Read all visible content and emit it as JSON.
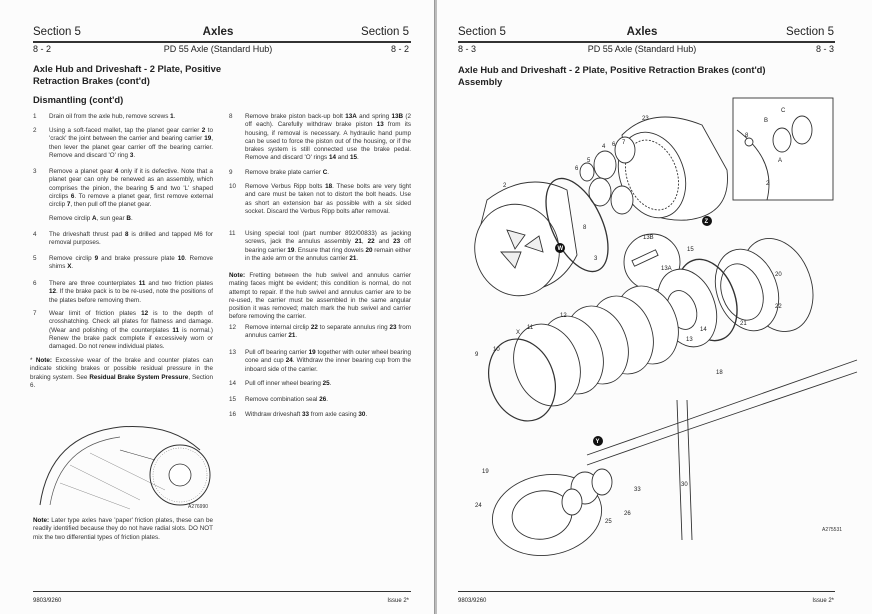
{
  "left_page": {
    "header": {
      "section_left": "Section 5",
      "title": "Axles",
      "section_right": "Section 5",
      "page_left": "8 - 2",
      "subtitle": "PD 55 Axle (Standard Hub)",
      "page_right": "8 - 2"
    },
    "heading": "Axle Hub and Driveshaft - 2 Plate, Positive Retraction Brakes (cont'd)",
    "subheading": "Dismantling (cont'd)",
    "col1": [
      {
        "num": "1",
        "segs": [
          [
            "Drain oil from the axle hub, remove screws ",
            0
          ],
          [
            "1",
            1
          ],
          [
            ".",
            0
          ]
        ]
      },
      {
        "num": "2",
        "segs": [
          [
            "Using a soft-faced mallet, tap the planet gear carrier ",
            0
          ],
          [
            "2",
            1
          ],
          [
            " to 'crack' the joint between the carrier and bearing carrier ",
            0
          ],
          [
            "19",
            1
          ],
          [
            ", then lever the planet gear carrier off the bearing carrier. Remove and discard 'O' ring ",
            0
          ],
          [
            "3",
            1
          ],
          [
            ".",
            0
          ]
        ]
      },
      {
        "num": "3",
        "segs": [
          [
            "Remove a planet gear ",
            0
          ],
          [
            "4",
            1
          ],
          [
            " only if it is defective. Note that a planet gear can only be renewed as an assembly, which comprises the pinion, the bearing ",
            0
          ],
          [
            "5",
            1
          ],
          [
            " and two 'L' shaped circlips ",
            0
          ],
          [
            "6",
            1
          ],
          [
            ". To remove a planet gear, first remove external circlip ",
            0
          ],
          [
            "7",
            1
          ],
          [
            ", then pull off the planet gear.",
            0
          ]
        ]
      },
      {
        "num": "",
        "segs": [
          [
            "Remove circlip ",
            0
          ],
          [
            "A",
            1
          ],
          [
            ", sun gear ",
            0
          ],
          [
            "B",
            1
          ],
          [
            ".",
            0
          ]
        ]
      },
      {
        "num": "4",
        "segs": [
          [
            "The driveshaft thrust pad ",
            0
          ],
          [
            "8",
            1
          ],
          [
            " is drilled and tapped M6 for removal purposes.",
            0
          ]
        ]
      },
      {
        "num": "5",
        "segs": [
          [
            "Remove circlip ",
            0
          ],
          [
            "9",
            1
          ],
          [
            " and brake pressure plate ",
            0
          ],
          [
            "10",
            1
          ],
          [
            ". Remove shims ",
            0
          ],
          [
            "X",
            1
          ],
          [
            ".",
            0
          ]
        ]
      },
      {
        "num": "6",
        "segs": [
          [
            "There are three counterplates ",
            0
          ],
          [
            "11",
            1
          ],
          [
            " and two friction plates ",
            0
          ],
          [
            "12",
            1
          ],
          [
            ". If the brake pack is to be re-used, note the positions of the plates before removing them.",
            0
          ]
        ]
      },
      {
        "num": "7",
        "segs": [
          [
            "Wear limit of friction plates ",
            0
          ],
          [
            "12",
            1
          ],
          [
            " is to the depth of crosshatching. Check all plates for flatness and damage. (Wear and polishing of the counterplates ",
            0
          ],
          [
            "11",
            1
          ],
          [
            " is normal.) Renew the brake pack complete if excessively worn or damaged. Do not renew individual plates.",
            0
          ]
        ]
      }
    ],
    "note1": [
      [
        "* ",
        0
      ],
      [
        "Note:",
        1
      ],
      [
        " Excessive wear of the brake and counter plates can indicate sticking brakes or possible residual pressure in the braking system. See ",
        0
      ],
      [
        "Residual Brake System Pressure",
        1
      ],
      [
        ", Section 6.",
        0
      ]
    ],
    "col2": [
      {
        "num": "8",
        "segs": [
          [
            "Remove brake piston back-up bolt ",
            0
          ],
          [
            "13A",
            1
          ],
          [
            " and spring ",
            0
          ],
          [
            "13B",
            1
          ],
          [
            " (2 off each). Carefully withdraw brake piston ",
            0
          ],
          [
            "13",
            1
          ],
          [
            " from its housing, if removal is necessary. A hydraulic hand pump can be used to force the piston out of the housing, or if the brakes system is still connected use the brake pedal. Remove and discard 'O' rings ",
            0
          ],
          [
            "14",
            1
          ],
          [
            " and ",
            0
          ],
          [
            "15",
            1
          ],
          [
            ".",
            0
          ]
        ]
      },
      {
        "num": "9",
        "segs": [
          [
            "Remove brake plate carrier ",
            0
          ],
          [
            "C",
            1
          ],
          [
            ".",
            0
          ]
        ]
      },
      {
        "num": "10",
        "segs": [
          [
            "Remove Verbus Ripp bolts ",
            0
          ],
          [
            "18",
            1
          ],
          [
            ". These bolts are very tight and care must be taken not to distort the bolt heads. Use as short an extension bar as possible with a six sided socket. Discard the Verbus Ripp bolts after removal.",
            0
          ]
        ]
      },
      {
        "num": "11",
        "segs": [
          [
            "Using special tool (part number 892/00833) as jacking screws, jack the annulus assembly ",
            0
          ],
          [
            "21",
            1
          ],
          [
            ", ",
            0
          ],
          [
            "22",
            1
          ],
          [
            " and ",
            0
          ],
          [
            "23",
            1
          ],
          [
            " off bearing carrier ",
            0
          ],
          [
            "19",
            1
          ],
          [
            ". Ensure that ring dowels ",
            0
          ],
          [
            "20",
            1
          ],
          [
            " remain either in the axle arm or the annulus carrier ",
            0
          ],
          [
            "21",
            1
          ],
          [
            ".",
            0
          ]
        ]
      },
      {
        "num": "12",
        "segs": [
          [
            "Remove internal circlip ",
            0
          ],
          [
            "22",
            1
          ],
          [
            " to separate annulus ring ",
            0
          ],
          [
            "23",
            1
          ],
          [
            " from annulus carrier ",
            0
          ],
          [
            "21",
            1
          ],
          [
            ".",
            0
          ]
        ]
      },
      {
        "num": "13",
        "segs": [
          [
            "Pull off bearing carrier ",
            0
          ],
          [
            "19",
            1
          ],
          [
            " together with outer wheel bearing cone and cup ",
            0
          ],
          [
            "24",
            1
          ],
          [
            ". Withdraw the inner bearing cup from the inboard side of the carrier.",
            0
          ]
        ]
      },
      {
        "num": "14",
        "segs": [
          [
            "Pull off inner wheel bearing ",
            0
          ],
          [
            "25",
            1
          ],
          [
            ".",
            0
          ]
        ]
      },
      {
        "num": "15",
        "segs": [
          [
            "Remove combination seal ",
            0
          ],
          [
            "26",
            1
          ],
          [
            ".",
            0
          ]
        ]
      },
      {
        "num": "16",
        "segs": [
          [
            "Withdraw driveshaft ",
            0
          ],
          [
            "33",
            1
          ],
          [
            " from axle casing ",
            0
          ],
          [
            "30",
            1
          ],
          [
            ".",
            0
          ]
        ]
      }
    ],
    "note2": [
      [
        "Note:",
        1
      ],
      [
        " Fretting between the hub swivel and annulus carrier mating faces might be evident; this condition is normal, do not attempt to repair. If the hub swivel and annulus carrier are to be re-used, the carrier must be assembled in the same angular position it was removed; match mark the hub swivel and carrier before removing the carrier.",
        0
      ]
    ],
    "figure_id": "A276990",
    "note3": [
      [
        "Note:",
        1
      ],
      [
        " Later type axles have 'paper' friction plates, these can be readily identified because they do not have radial slots. DO NOT mix the two differential types of friction plates.",
        0
      ]
    ],
    "footer": {
      "doc": "9803/9260",
      "issue": "Issue 2*"
    }
  },
  "right_page": {
    "header": {
      "section_left": "Section 5",
      "title": "Axles",
      "section_right": "Section 5",
      "page_left": "8 - 3",
      "subtitle": "PD 55 Axle (Standard Hub)",
      "page_right": "8 - 3"
    },
    "heading": "Axle Hub and Driveshaft - 2 Plate, Positive Retraction Brakes (cont'd)",
    "subheading": "Assembly",
    "callouts": [
      "23",
      "4",
      "6",
      "7",
      "5",
      "6",
      "2",
      "8",
      "W",
      "3",
      "C",
      "B",
      "8",
      "A",
      "2",
      "Z",
      "13B",
      "15",
      "13A",
      "20",
      "22",
      "21",
      "14",
      "13",
      "18",
      "X",
      "11",
      "12",
      "10",
      "9",
      "Y",
      "19",
      "24",
      "33",
      "26",
      "25",
      "30"
    ],
    "figure_id": "A275531",
    "footer": {
      "doc": "9803/9260",
      "issue": "Issue 2*"
    }
  }
}
